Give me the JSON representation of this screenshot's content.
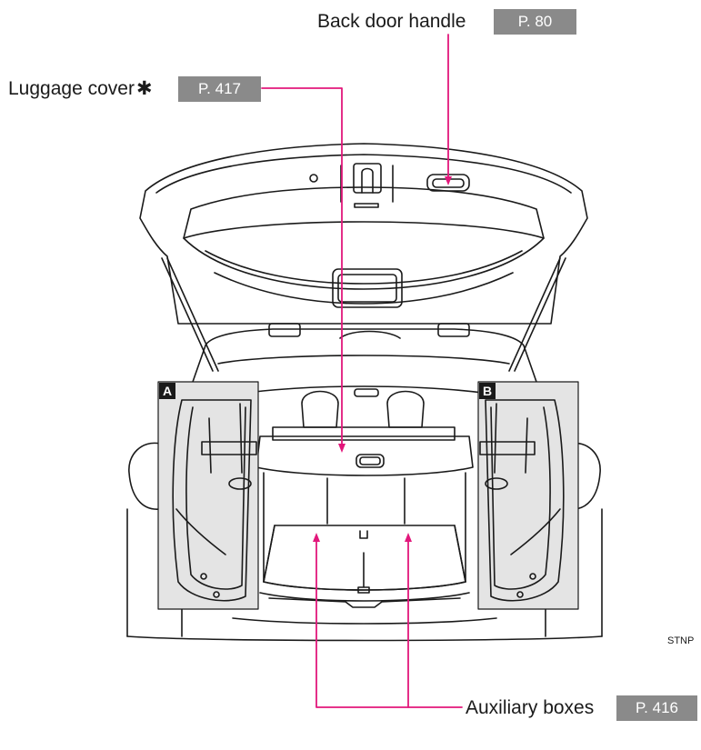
{
  "callouts": {
    "back_door_handle": {
      "label": "Back door handle",
      "ref": "P. 80"
    },
    "luggage_cover": {
      "label": "Luggage cover",
      "asterisk": "✱",
      "ref": "P. 417"
    },
    "auxiliary_boxes": {
      "label": "Auxiliary boxes",
      "ref": "P. 416"
    }
  },
  "insets": {
    "left_tag": "A",
    "right_tag": "B"
  },
  "image_code": "STNP",
  "colors": {
    "leader": "#e2177b",
    "ref_bg": "#8a8a8a",
    "inset_bg": "#e4e4e4",
    "line": "#1a1a1a"
  }
}
